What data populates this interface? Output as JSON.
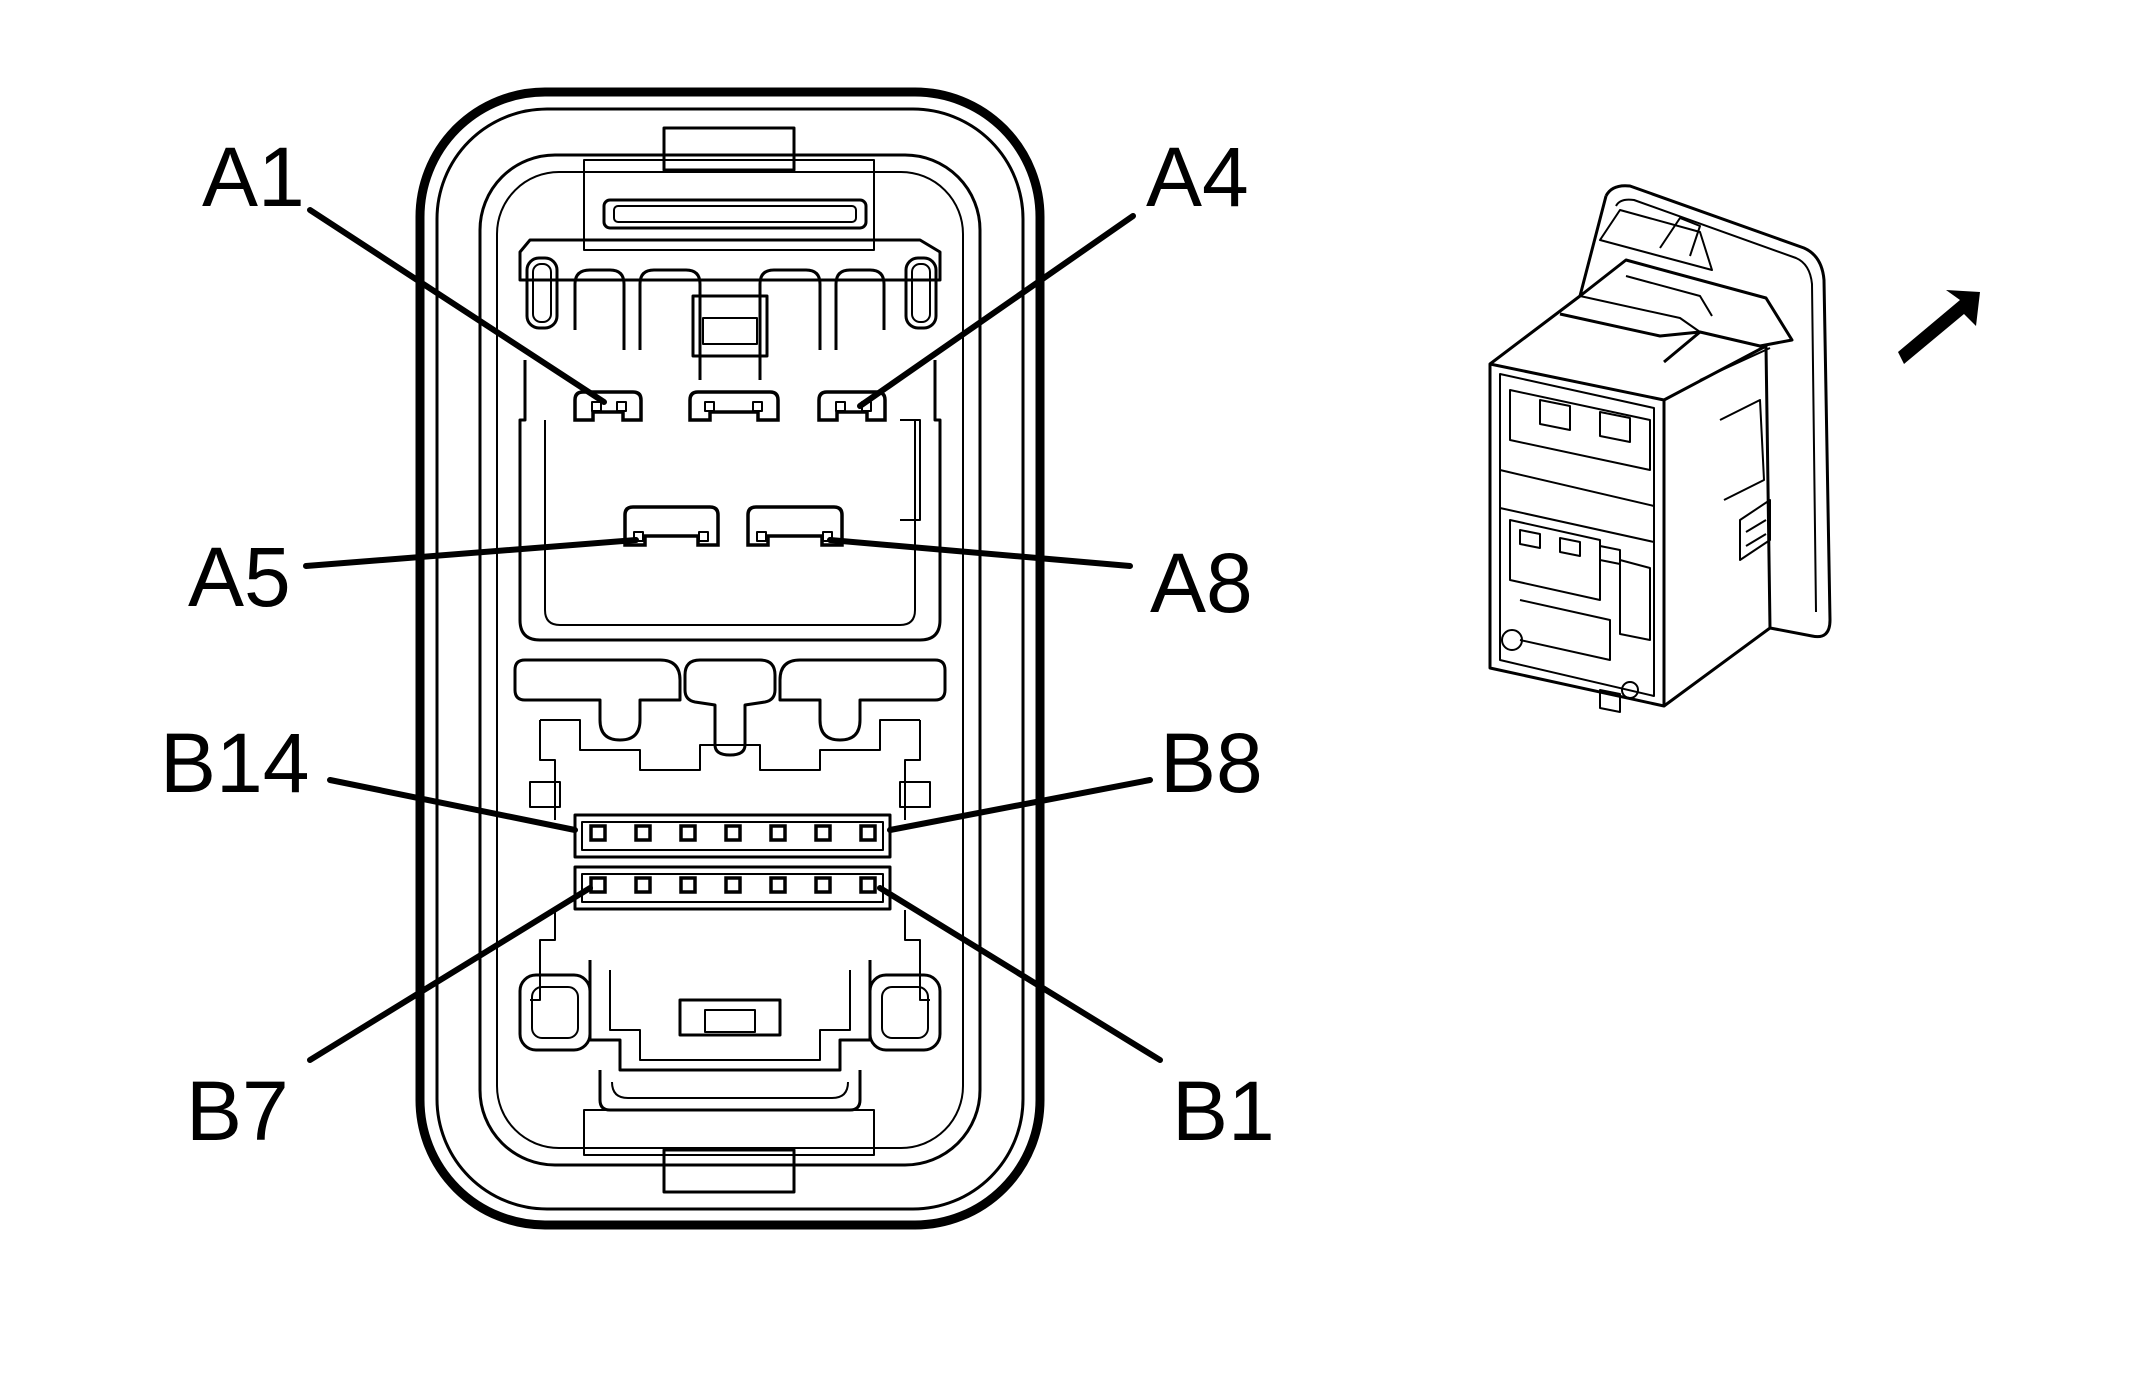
{
  "labels": {
    "a1": "A1",
    "a4": "A4",
    "a5": "A5",
    "a8": "A8",
    "b14": "B14",
    "b8": "B8",
    "b7": "B7",
    "b1": "B1"
  },
  "icons": {
    "direction_arrow": "arrow-up-right-icon"
  }
}
